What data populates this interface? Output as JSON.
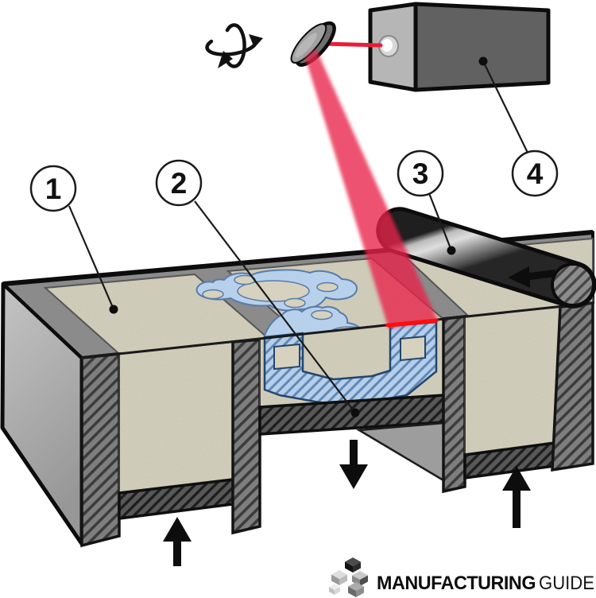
{
  "callouts": [
    {
      "number": "1",
      "target": "powder-supply-bed-left"
    },
    {
      "number": "2",
      "target": "build-platform"
    },
    {
      "number": "3",
      "target": "powder-roller"
    },
    {
      "number": "4",
      "target": "laser-unit"
    }
  ],
  "logo": {
    "primary": "MANUFACTURING",
    "secondary": "GUIDE"
  },
  "colors": {
    "laser_beam": "#e9224a",
    "beam_core": "#ed1b36",
    "sinter_line": "#ff0d0d",
    "powder": "#d6d2bf",
    "part_blue": "#b5cfeb",
    "frame_gray": "#8b8b8b"
  },
  "icons": {
    "rotation": "rotation-axis-icon",
    "roller_direction": "left-arrow-icon",
    "left_piston": "up-arrow-icon",
    "build_piston": "down-arrow-icon",
    "right_piston": "up-arrow-icon",
    "logo_mark": "cube-cluster-icon"
  }
}
